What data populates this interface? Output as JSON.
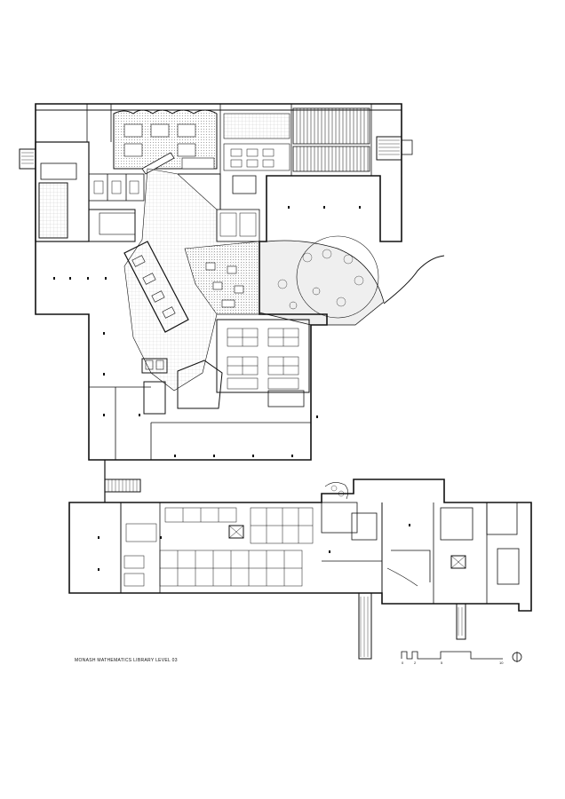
{
  "drawing": {
    "caption": "MONASH MATHEMATICS LIBRARY LEVEL 03",
    "scale_bar": {
      "ticks": [
        "0",
        "2",
        "5",
        "10"
      ]
    },
    "north_symbol": "north-arrow-icon"
  },
  "colors": {
    "line": "#111111",
    "hatch": "#9a9a9a",
    "planting": "#bdbdbd",
    "paper": "#ffffff"
  }
}
